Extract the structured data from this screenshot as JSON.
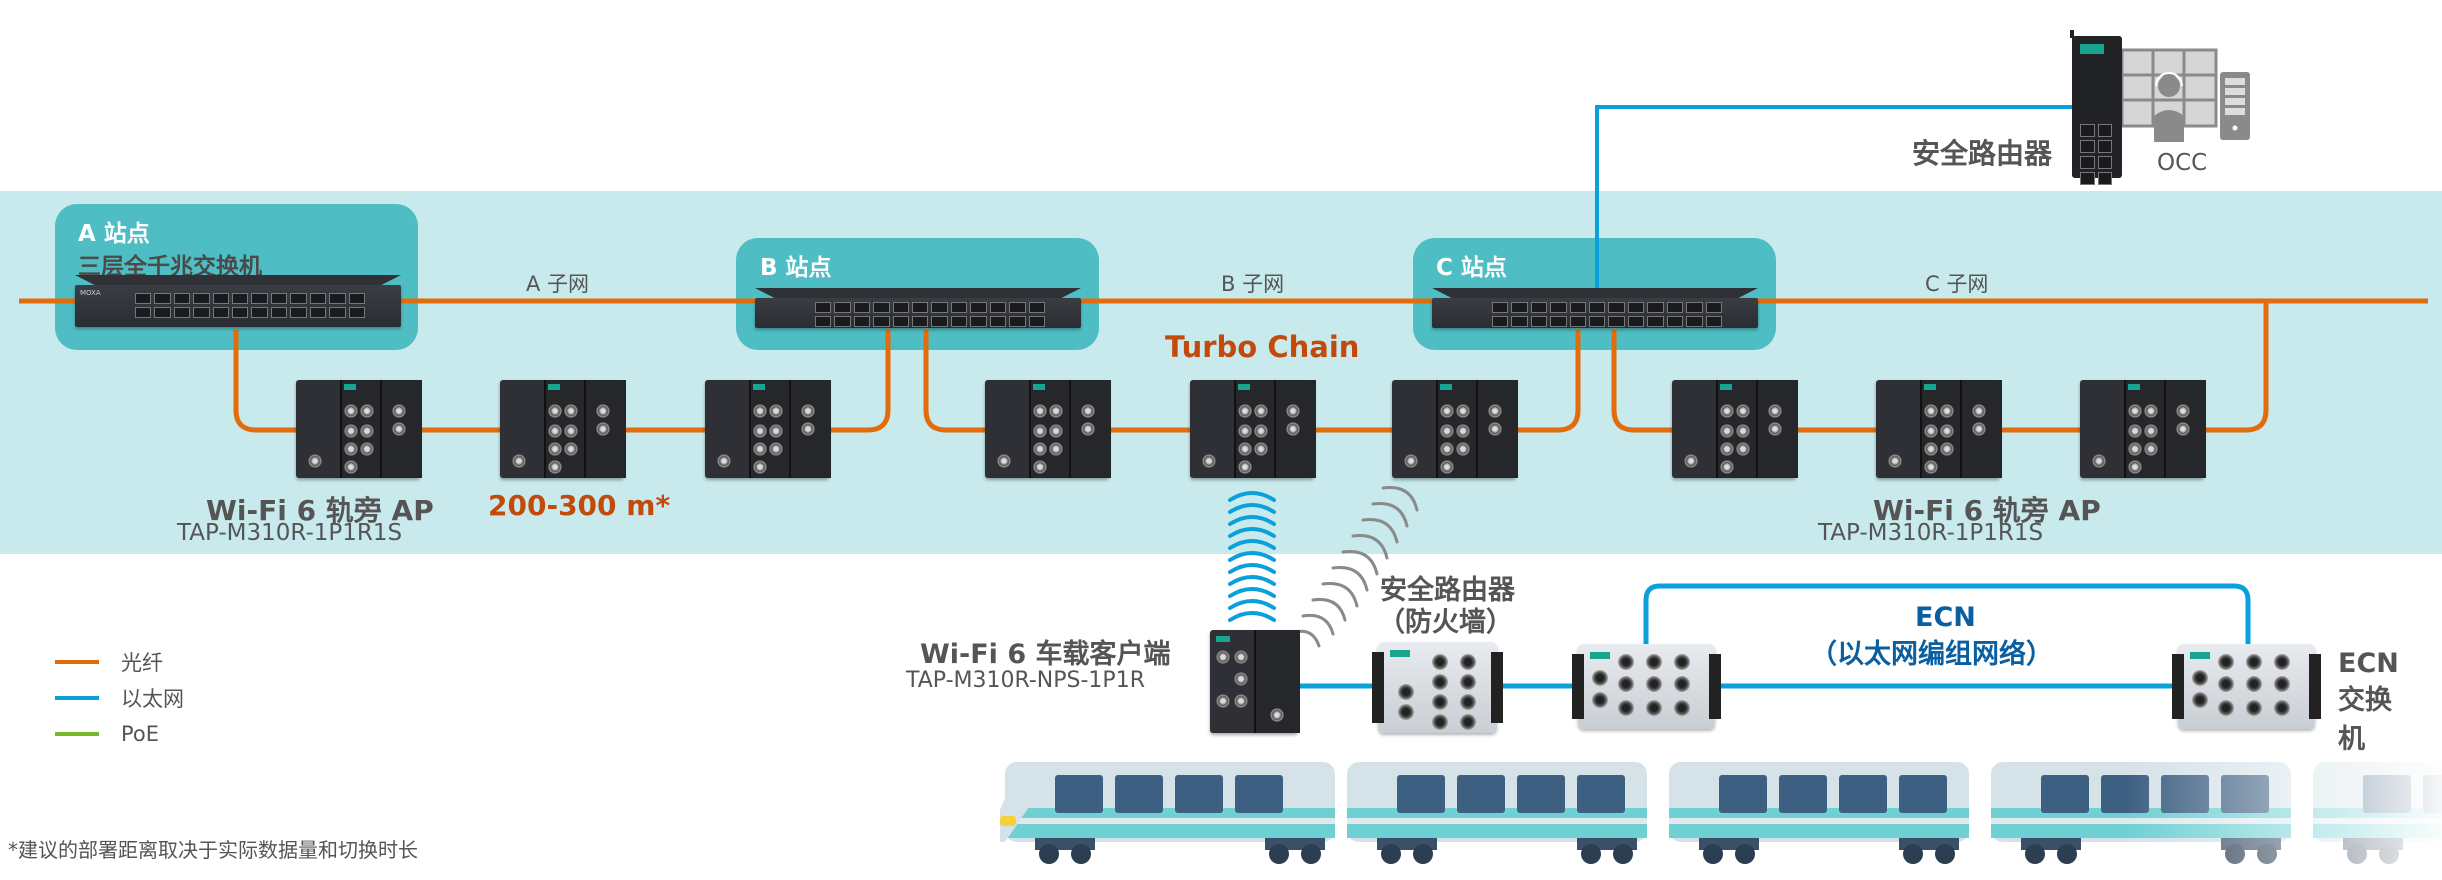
{
  "colors": {
    "fiber": "#e36c0a",
    "ethernet": "#0aa0dc",
    "poe": "#76b82a",
    "band": "#c8eaed",
    "station": "#4ebec4",
    "accent_orange": "#c24a0a",
    "ecn_blue": "#0a5fa0"
  },
  "stations": [
    {
      "title": "A 站点",
      "subtitle": "三层全千兆交换机"
    },
    {
      "title": "B 站点"
    },
    {
      "title": "C 站点"
    }
  ],
  "subnets": [
    "A 子网",
    "B 子网",
    "C 子网"
  ],
  "turbo_chain": "Turbo Chain",
  "distance": "200-300 m*",
  "trackside_ap": {
    "label": "Wi-Fi 6 轨旁 AP",
    "model": "TAP-M310R-1P1R1S"
  },
  "occ": {
    "router_label": "安全路由器",
    "occ_label": "OCC"
  },
  "onboard": {
    "client_label": "Wi-Fi 6 车载客户端",
    "client_model": "TAP-M310R-NPS-1P1R",
    "firewall_label_1": "安全路由器",
    "firewall_label_2": "（防火墙）",
    "ecn_title": "ECN",
    "ecn_sub": "（以太网编组网络）",
    "ecn_switch_1": "ECN",
    "ecn_switch_2": "交换机"
  },
  "legend": [
    {
      "label": "光纤",
      "type": "fiber"
    },
    {
      "label": "以太网",
      "type": "ethernet"
    },
    {
      "label": "PoE",
      "type": "poe"
    }
  ],
  "footnote": "*建议的部署距离取决于实际数据量和切换时长"
}
